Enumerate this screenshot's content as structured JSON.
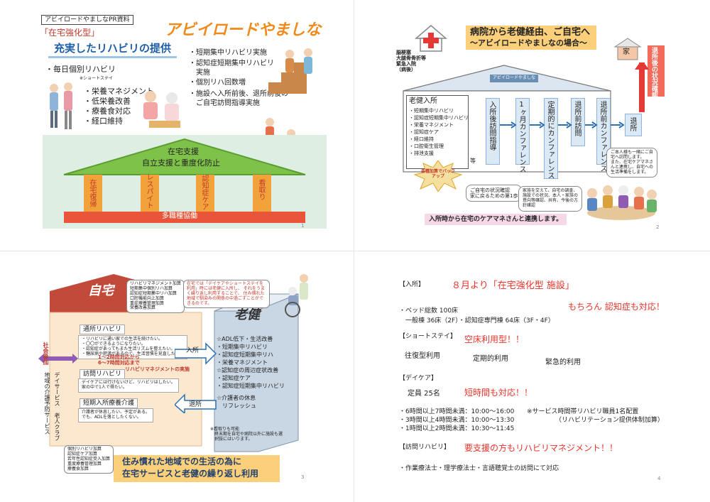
{
  "p1": {
    "doc_label": "アビイロードやましなPR資料",
    "type_label": "「在宅強化型」",
    "brand": "アビイロードやましな",
    "heading": "充実したリハビリの提供",
    "daily_rehab": "・毎日個別リハビリ",
    "short_stay_note": "※ショートステイ",
    "care_list": [
      "・栄養マネジメント",
      "・低栄養改善",
      "・療養食対応",
      "・経口維持"
    ],
    "right_list": [
      "・短期集中リハビリ実施",
      "・認知症短期集中リハビリ",
      "　実施",
      "・個別リハ回数増",
      "・施設へ入所前後、退所前後の",
      "　ご自宅訪問指導実施"
    ],
    "roof_line1": "在宅支援",
    "roof_line2": "自立支援と重度化防止",
    "pillars": [
      "在宅復帰",
      "レスパイト",
      "認知症ケア",
      "看取り"
    ],
    "base": "多職種協働",
    "page_num": "1"
  },
  "p2": {
    "title_line1": "病院から老健経由、ご自宅へ",
    "title_line2": "～アビイロードやましなの場合～",
    "hospital_label": "脳梗塞\n大腿骨骨折等\n緊急入院\n（病後）",
    "home_label": "家",
    "after_discharge": "退所後の状況確認",
    "building_sign": "アビイロードやましな",
    "admission_title": "老健入所",
    "admission_items": [
      "・短期集中リハビリ",
      "・認知症短期集中リハビリ",
      "・栄養マネジメント",
      "・認知症ケア",
      "・経口維持",
      "・口腔衛生管理",
      "・排泄支援"
    ],
    "etc": "等",
    "addon_burst": "各種加算でバックアップ",
    "steps": [
      "入所後訪問指導",
      "1ヶ月カンファレンス",
      "定期的にカンファレンス",
      "退所前訪問",
      "退所前カンファレンス"
    ],
    "discharge": "退所",
    "note_home": "ご自宅の状況確認\n家に戻るための第1歩",
    "note_family": "家族を交えて、自宅の調査、\n施設での状況、本人・家族の\n意向等確認、共有、今後の方\n針確認",
    "note_visit": "ご本人様も一緒にご自\n宅へ訪問します。\nまた、在宅ケアマネさ\nんと連携し、自宅への\n生活準備をします。",
    "bottom_note": "入所時から在宅のケアマネさんと連携します。",
    "page_num": "2"
  },
  "p3": {
    "home_label": "自宅",
    "roken_label": "老健",
    "addon_box": "リハビリマネジメント加算\n短期集中個別リハ加算\n認知症短期集中リハ加算\n口腔機能向上加算\n重症療養管理加算\n栄養改善加算",
    "shortstay_box": "在宅では「デイケアやショートステイを利用」時には老健に入所し、\nそれをうまく繰り返し利用することで、\n住み慣れた地域で馴染みの関係の中過ごすことができるのです。",
    "daycare_title": "通所リハビリ",
    "daycare_items": "・リハビリに通い家での生活を続けたい。\n・〇〇ができるようになりたい。\n・認知症があってもまた生活リズムを整えたい。\n・糖尿病や肥満があるので、生活習慣を見直したい。",
    "daycare_hours": "1～2時間対応から\n6～7時間対応まで",
    "rehab_mgmt": "リハビリマネジメントの実施",
    "visit_title": "訪問リハビリ",
    "visit_text": "デイケアには行けないけど、リハビリはしたい。\n家の中で1人で得たい。",
    "shortadm_title": "短期入所療養介護",
    "shortadm_text": "介護者が休息したい、予定がある。\nでも、ADLを落としたくない。",
    "admit_arrow": "入所",
    "discharge_arrow": "退所",
    "roken_items": [
      "☆ADL低下・生活改善",
      "・短期集中リハビリ",
      "・認知症短期集中リハ",
      "・栄養マネジメント",
      "☆認知症の周辺症状改善",
      "・認知症ケア",
      "・認知症短期集中リハビリ"
    ],
    "rest_title": "☆介護者の休息",
    "rest_sub": "　リフレッシュ",
    "mitori_note": "※看取りも可能\n　終末期を自宅や病院以外に施設も選\n　択肢にはいります。",
    "social_part": "社会参加",
    "community": "地域の介護予防サービス",
    "day_service": "デイサービス 老人クラブ",
    "bottom_left": "個別リハビリ加算\n認知症ケア加算\n若年性認知症受入加算\n重度療養管理加算\n療養食加算",
    "bottom_banner1": "住み慣れた地域での生活の為に",
    "bottom_banner2": "在宅サービスと老健の繰り返し利用",
    "page_num": "3"
  },
  "p4": {
    "admission_label": "【入所】",
    "admission_title": "８月より「在宅強化型 施設」",
    "dementia_note": "もちろん 認知症も対応！",
    "beds_total": "・ベッド総数 100床",
    "beds_detail": "　一般棟 36床（2F）・認知症専門棟 64床（3F・4F）",
    "shortstay_label": "【ショートステイ】",
    "shortstay_title": "空床利用型！！",
    "shortstay_uses": [
      "往復型利用",
      "定期的利用",
      "緊急的利用"
    ],
    "daycare_label": "【デイケア】",
    "daycare_capacity": "定員 25名",
    "daycare_title": "短時間も対応！！",
    "hours": [
      "・6時間以上7時間未満：10:00～16:00",
      "・3時間以上4時間未満：10:00～13:30",
      "・1時間以上2時間未満：10:30～11:45"
    ],
    "service_note1": "※サービス時間帯リハビリ職員1名配置",
    "service_note2": "（リハビリテーション提供体制加算）",
    "visit_label": "【訪問リハビリ】",
    "visit_title": "要支援の方もリハビリマネジメント！！",
    "visit_detail": "・作業療法士・理学療法士・言語聴覚士の訪問にて対応",
    "page_num": "4"
  },
  "colors": {
    "red": "#e8342a",
    "orange": "#f2a23a",
    "green": "#7fc24a",
    "dark_red": "#c0392b",
    "blue_gray": "#c9d6e3",
    "yellow_band": "#fcd07a"
  }
}
